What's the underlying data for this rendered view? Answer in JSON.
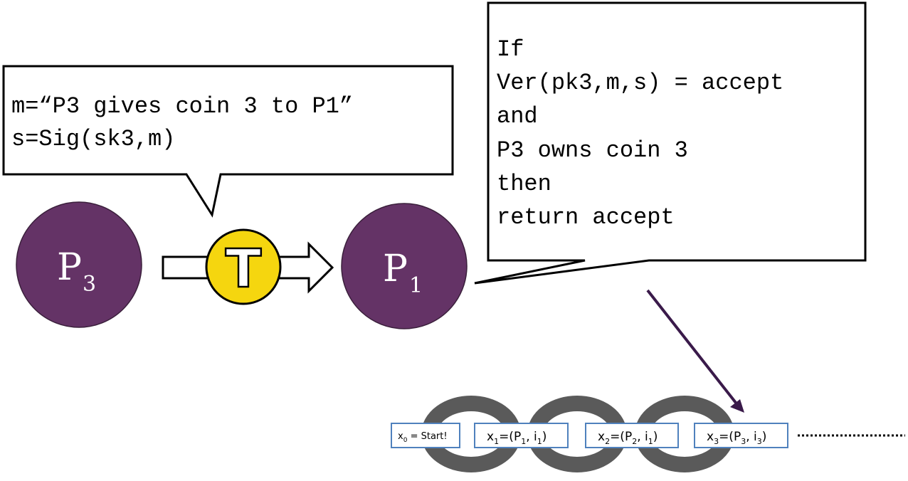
{
  "signed_message": {
    "line1": "m=“P3 gives coin 3 to P1”",
    "line2": "s=Sig(sk3,m)"
  },
  "verification": {
    "lines": [
      "If",
      "Ver(pk3,m,s) = accept",
      "and",
      "P3 owns coin 3",
      "then",
      "return accept"
    ]
  },
  "sender": {
    "label": "P",
    "subscript": "3"
  },
  "receiver": {
    "label": "P",
    "subscript": "1"
  },
  "coin": {
    "label": "T"
  },
  "chain": {
    "block0": {
      "text": "x",
      "sub": "0",
      "rest": " = Start!"
    },
    "block1": {
      "x": "x",
      "xsub": "1",
      "p": "P",
      "psub": "1",
      "i": "i",
      "isub": "1"
    },
    "block2": {
      "x": "x",
      "xsub": "2",
      "p": "P",
      "psub": "2",
      "i": "i",
      "isub": "1"
    },
    "block3": {
      "x": "x",
      "xsub": "3",
      "p": "P",
      "psub": "3",
      "i": "i",
      "isub": "3"
    }
  },
  "colors": {
    "party": "#643366",
    "coin": "#f5d60f",
    "chain_link": "#5a5a5a",
    "block_border": "#4f81bd",
    "pointer": "#3a1a4a"
  }
}
